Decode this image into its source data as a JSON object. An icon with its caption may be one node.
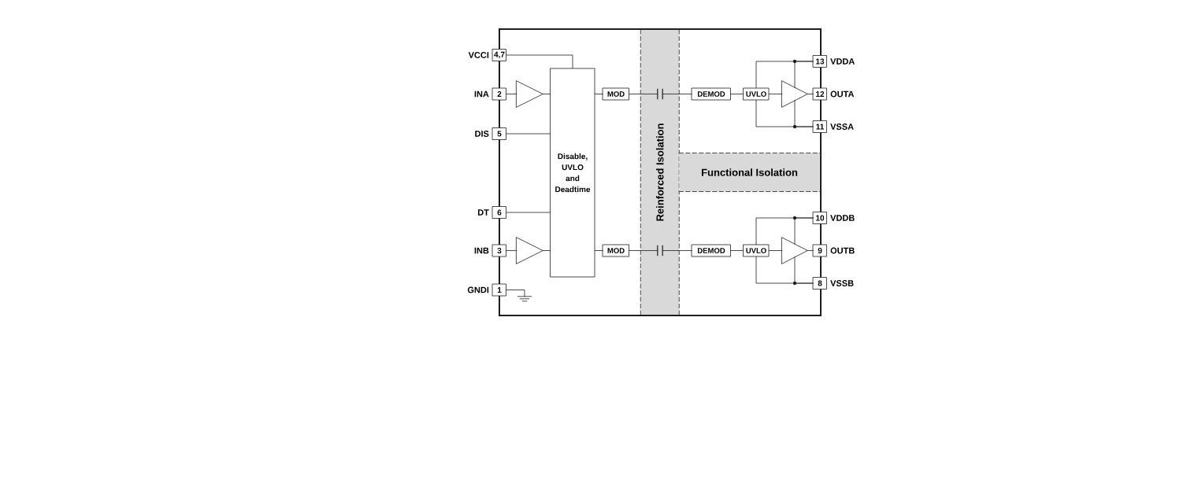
{
  "diagram": {
    "nodes": [
      {
        "text": [
          "4,7"
        ],
        "beside": [
          "VCCI"
        ]
      },
      {
        "text": [
          "2"
        ],
        "beside": [
          "INA"
        ]
      },
      {
        "text": [],
        "shape": "triangle"
      },
      {
        "text": [
          "Disable, UVLO and Deadtime"
        ]
      },
      {
        "text": [
          "MOD"
        ]
      },
      {
        "text": [
          "5"
        ],
        "beside": [
          "DIS"
        ]
      },
      {
        "text": [
          "6"
        ],
        "beside": [
          "DT"
        ]
      },
      {
        "text": [
          "3"
        ],
        "beside": [
          "INB"
        ]
      },
      {
        "text": [],
        "shape": "triangle"
      },
      {
        "text": [
          "MOD"
        ]
      },
      {
        "text": [
          "1"
        ],
        "beside": [
          "GNDI"
        ]
      },
      {
        "text": [],
        "shape": "ground"
      },
      {
        "text": [
          "Reinforced Isolation"
        ]
      },
      {
        "text": [],
        "shape": "capacitor",
        "in": 12
      },
      {
        "text": [],
        "shape": "capacitor",
        "in": 12
      },
      {
        "text": [
          "DEMOD"
        ]
      },
      {
        "text": [
          "UVLO"
        ]
      },
      {
        "text": [],
        "shape": "triangle"
      },
      {
        "text": [
          "13"
        ],
        "beside": [
          "VDDA"
        ]
      },
      {
        "text": [
          "12"
        ],
        "beside": [
          "OUTA"
        ]
      },
      {
        "text": [
          "11"
        ],
        "beside": [
          "VSSA"
        ]
      },
      {
        "text": [
          "Functional Isolation"
        ]
      },
      {
        "text": [
          "DEMOD"
        ]
      },
      {
        "text": [
          "UVLO"
        ]
      },
      {
        "text": [],
        "shape": "triangle"
      },
      {
        "text": [
          "10"
        ],
        "beside": [
          "VDDB"
        ]
      },
      {
        "text": [
          "9"
        ],
        "beside": [
          "OUTB"
        ]
      },
      {
        "text": [
          "8"
        ],
        "beside": [
          "VSSB"
        ]
      }
    ],
    "edges": [
      {
        "from": 0,
        "to": 3,
        "arrow": "none"
      },
      {
        "from": 1,
        "to": 2,
        "arrow": "none"
      },
      {
        "from": 2,
        "to": 3,
        "arrow": "none"
      },
      {
        "from": 5,
        "to": 3,
        "arrow": "none"
      },
      {
        "from": 6,
        "to": 3,
        "arrow": "none"
      },
      {
        "from": 7,
        "to": 8,
        "arrow": "none"
      },
      {
        "from": 8,
        "to": 3,
        "arrow": "none"
      },
      {
        "from": 3,
        "to": 4,
        "arrow": "none"
      },
      {
        "from": 3,
        "to": 9,
        "arrow": "none"
      },
      {
        "from": 10,
        "to": 11,
        "arrow": "none"
      },
      {
        "from": 4,
        "to": 13,
        "arrow": "none"
      },
      {
        "from": 13,
        "to": 15,
        "arrow": "none"
      },
      {
        "from": 15,
        "to": 16,
        "arrow": "none"
      },
      {
        "from": 16,
        "to": 17,
        "arrow": "none"
      },
      {
        "from": 17,
        "to": 19,
        "arrow": "none"
      },
      {
        "from": 16,
        "to": 18,
        "arrow": "none"
      },
      {
        "from": 17,
        "to": 18,
        "arrow": "none"
      },
      {
        "from": 16,
        "to": 20,
        "arrow": "none"
      },
      {
        "from": 17,
        "to": 20,
        "arrow": "none"
      },
      {
        "from": 9,
        "to": 14,
        "arrow": "none"
      },
      {
        "from": 14,
        "to": 22,
        "arrow": "none"
      },
      {
        "from": 22,
        "to": 23,
        "arrow": "none"
      },
      {
        "from": 23,
        "to": 24,
        "arrow": "none"
      },
      {
        "from": 24,
        "to": 26,
        "arrow": "none"
      },
      {
        "from": 23,
        "to": 25,
        "arrow": "none"
      },
      {
        "from": 24,
        "to": 25,
        "arrow": "none"
      },
      {
        "from": 23,
        "to": 27,
        "arrow": "none"
      },
      {
        "from": 24,
        "to": 27,
        "arrow": "none"
      }
    ]
  }
}
